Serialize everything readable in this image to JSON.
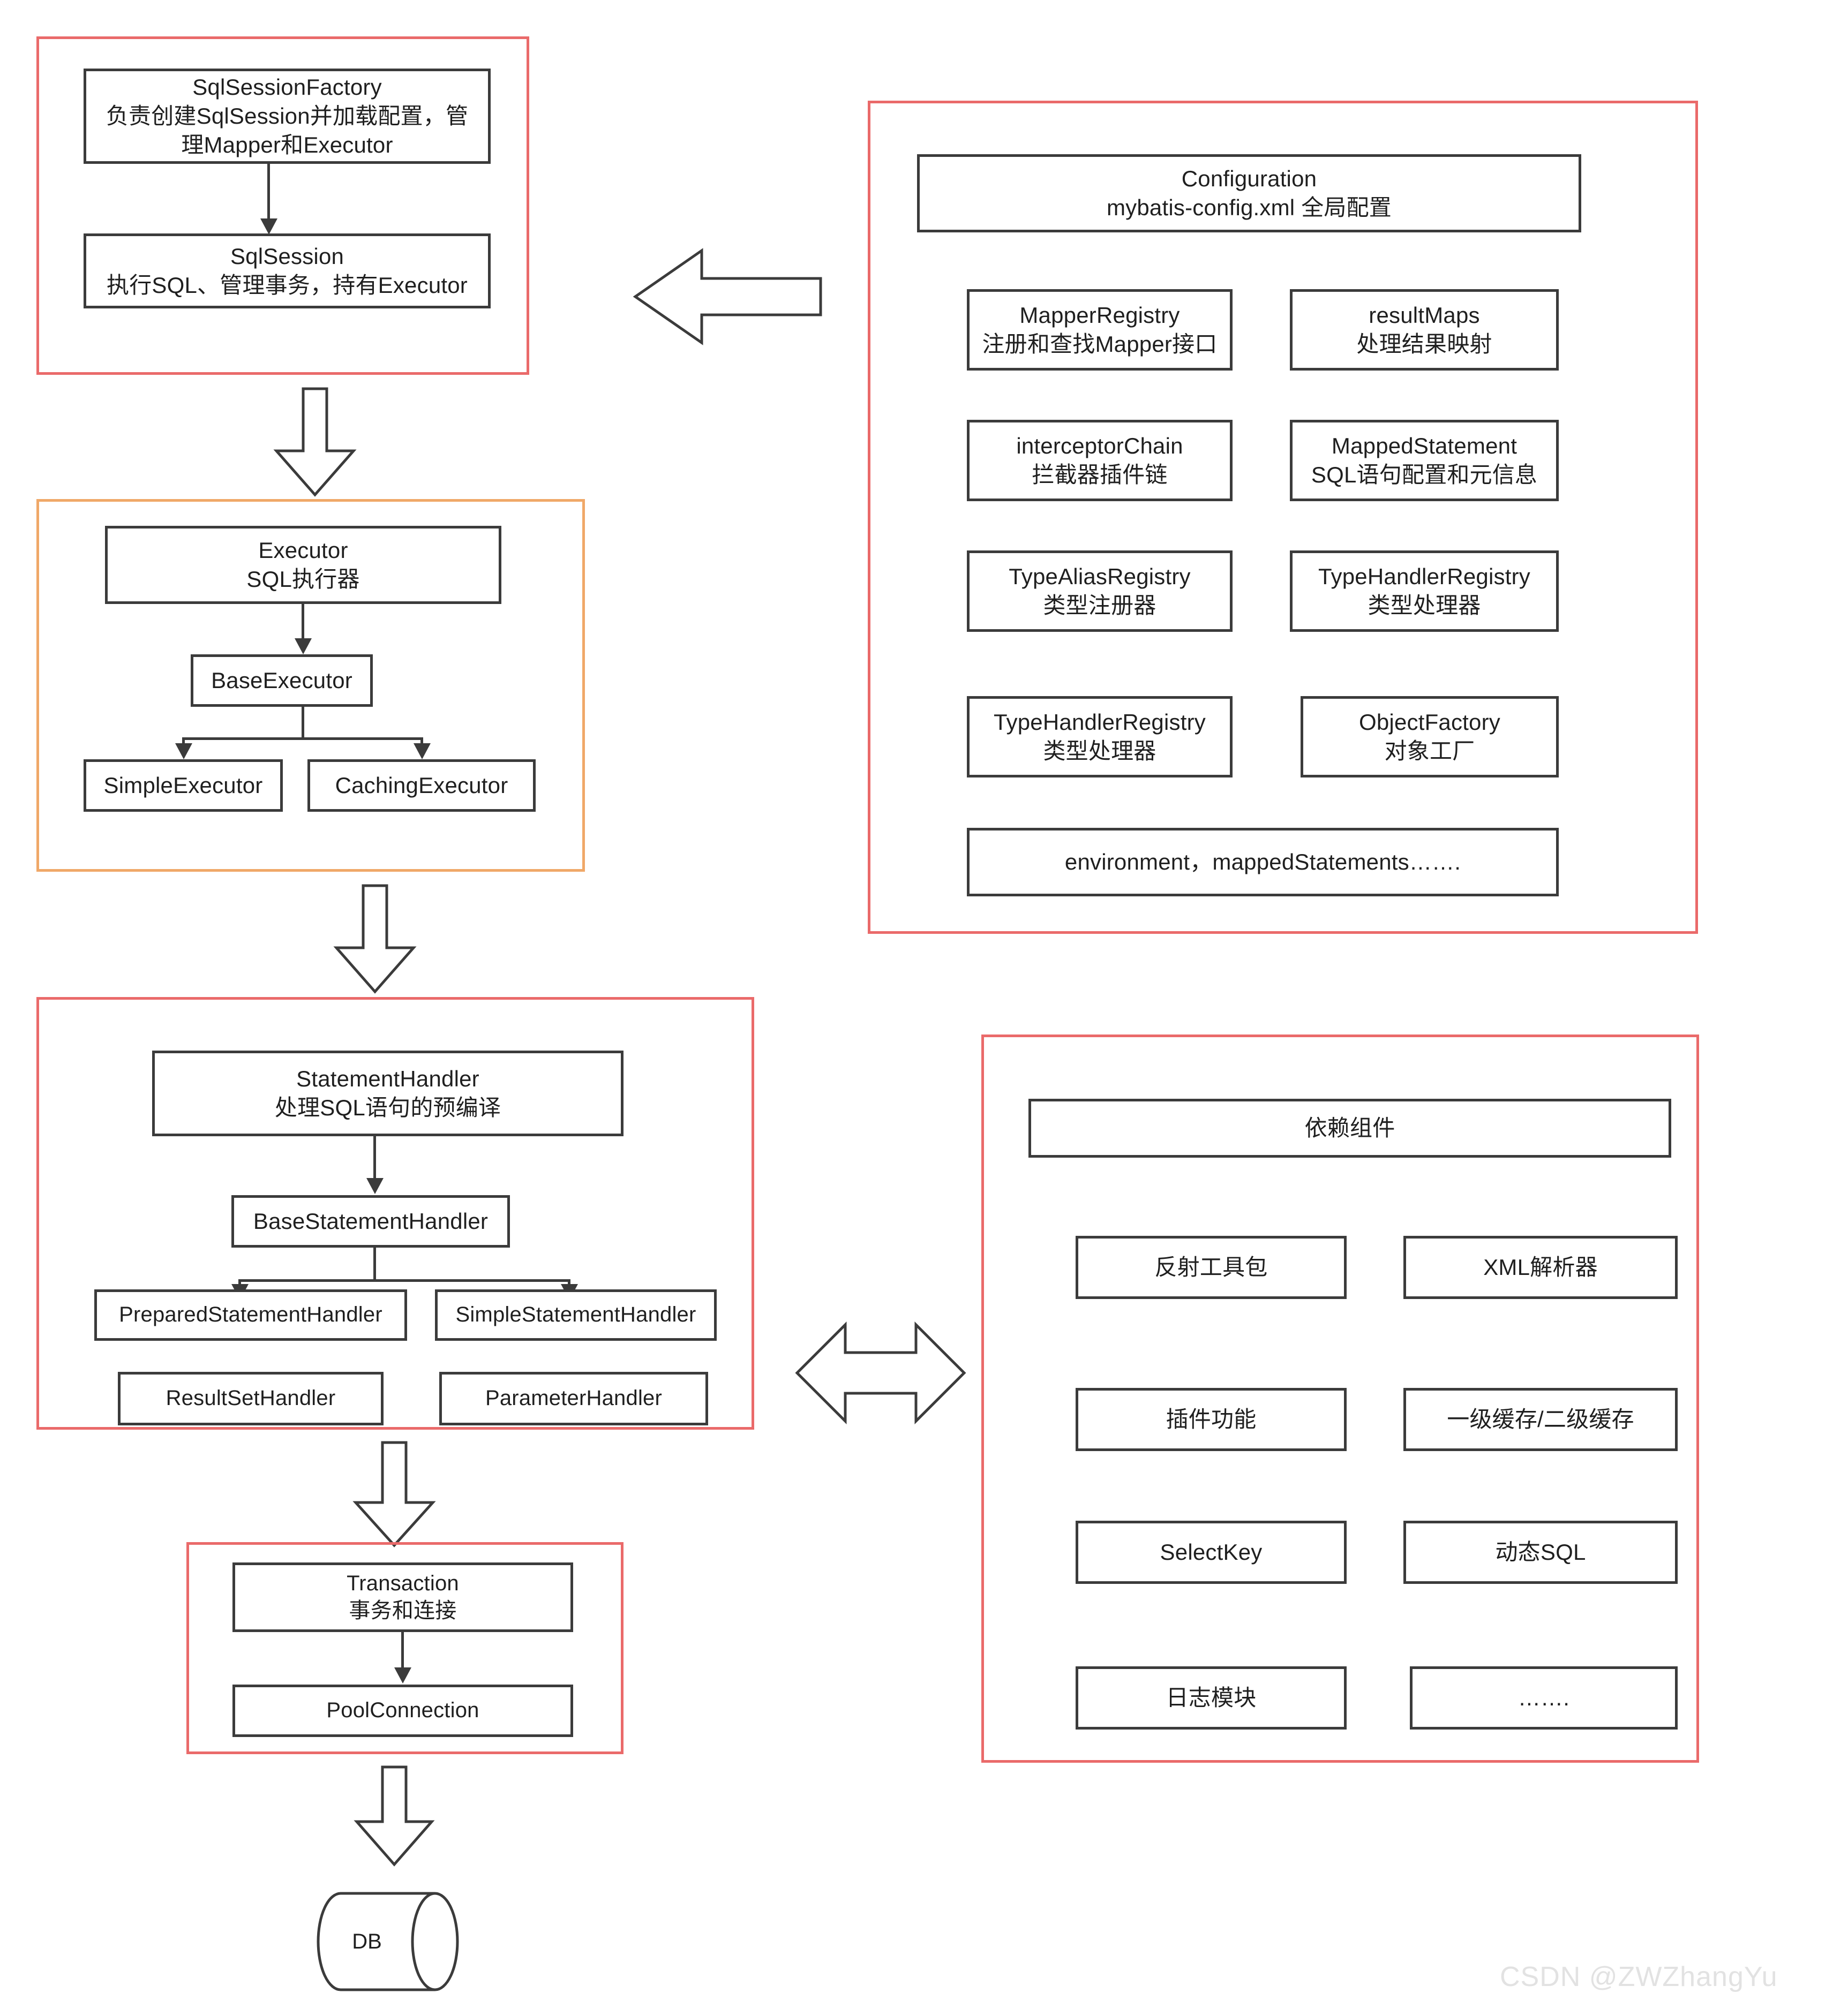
{
  "diagram": {
    "title": "MyBatis Architecture Overview",
    "colors": {
      "group_red": "#ea6a6a",
      "group_orange": "#f0a868",
      "node_border": "#3b3b3b",
      "text": "#1f1f1f",
      "watermark": "#e2e2e2",
      "background": "#ffffff"
    }
  },
  "session_group": {
    "sql_session_factory": {
      "line1": "SqlSessionFactory",
      "line2": "负责创建SqlSession并加载配置，管",
      "line3": "理Mapper和Executor"
    },
    "sql_session": {
      "line1": "SqlSession",
      "line2": "执行SQL、管理事务，持有Executor"
    }
  },
  "executor_group": {
    "executor": {
      "line1": "Executor",
      "line2": "SQL执行器"
    },
    "base_executor": {
      "line1": "BaseExecutor"
    },
    "simple_executor": {
      "line1": "SimpleExecutor"
    },
    "caching_executor": {
      "line1": "CachingExecutor"
    }
  },
  "statement_group": {
    "statement_handler": {
      "line1": "StatementHandler",
      "line2": "处理SQL语句的预编译"
    },
    "base_statement_handler": {
      "line1": "BaseStatementHandler"
    },
    "prepared_statement_handler": {
      "line1": "PreparedStatementHandler"
    },
    "simple_statement_handler": {
      "line1": "SimpleStatementHandler"
    },
    "result_set_handler": {
      "line1": "ResultSetHandler"
    },
    "parameter_handler": {
      "line1": "ParameterHandler"
    }
  },
  "transaction_group": {
    "transaction": {
      "line1": "Transaction",
      "line2": "事务和连接"
    },
    "pool_connection": {
      "line1": "PoolConnection"
    }
  },
  "database": {
    "label": "DB"
  },
  "configuration_group": {
    "header": {
      "line1": "Configuration",
      "line2": "mybatis-config.xml 全局配置"
    },
    "items": [
      {
        "line1": "MapperRegistry",
        "line2": "注册和查找Mapper接口"
      },
      {
        "line1": "resultMaps",
        "line2": "处理结果映射"
      },
      {
        "line1": "interceptorChain",
        "line2": "拦截器插件链"
      },
      {
        "line1": "MappedStatement",
        "line2": "SQL语句配置和元信息"
      },
      {
        "line1": "TypeAliasRegistry",
        "line2": "类型注册器"
      },
      {
        "line1": "TypeHandlerRegistry",
        "line2": "类型处理器"
      },
      {
        "line1": "TypeHandlerRegistry",
        "line2": "类型处理器"
      },
      {
        "line1": "ObjectFactory",
        "line2": "对象工厂"
      }
    ],
    "footer": {
      "line1": "environment，mappedStatements……."
    }
  },
  "dependency_group": {
    "header": {
      "line1": "依赖组件"
    },
    "items": [
      {
        "line1": "反射工具包"
      },
      {
        "line1": "XML解析器"
      },
      {
        "line1": "插件功能"
      },
      {
        "line1": "一级缓存/二级缓存"
      },
      {
        "line1": "SelectKey"
      },
      {
        "line1": "动态SQL"
      },
      {
        "line1": "日志模块"
      },
      {
        "line1": "……."
      }
    ]
  },
  "arrows": {
    "config_to_session": "left-block-arrow",
    "session_to_executor": "down-block-arrow",
    "executor_to_statement": "down-block-arrow",
    "statement_to_transaction": "down-block-arrow",
    "transaction_to_db": "down-block-arrow",
    "statement_to_dependency": "bidirectional-block-arrow"
  },
  "watermark": {
    "text": "CSDN @ZWZhangYu"
  }
}
